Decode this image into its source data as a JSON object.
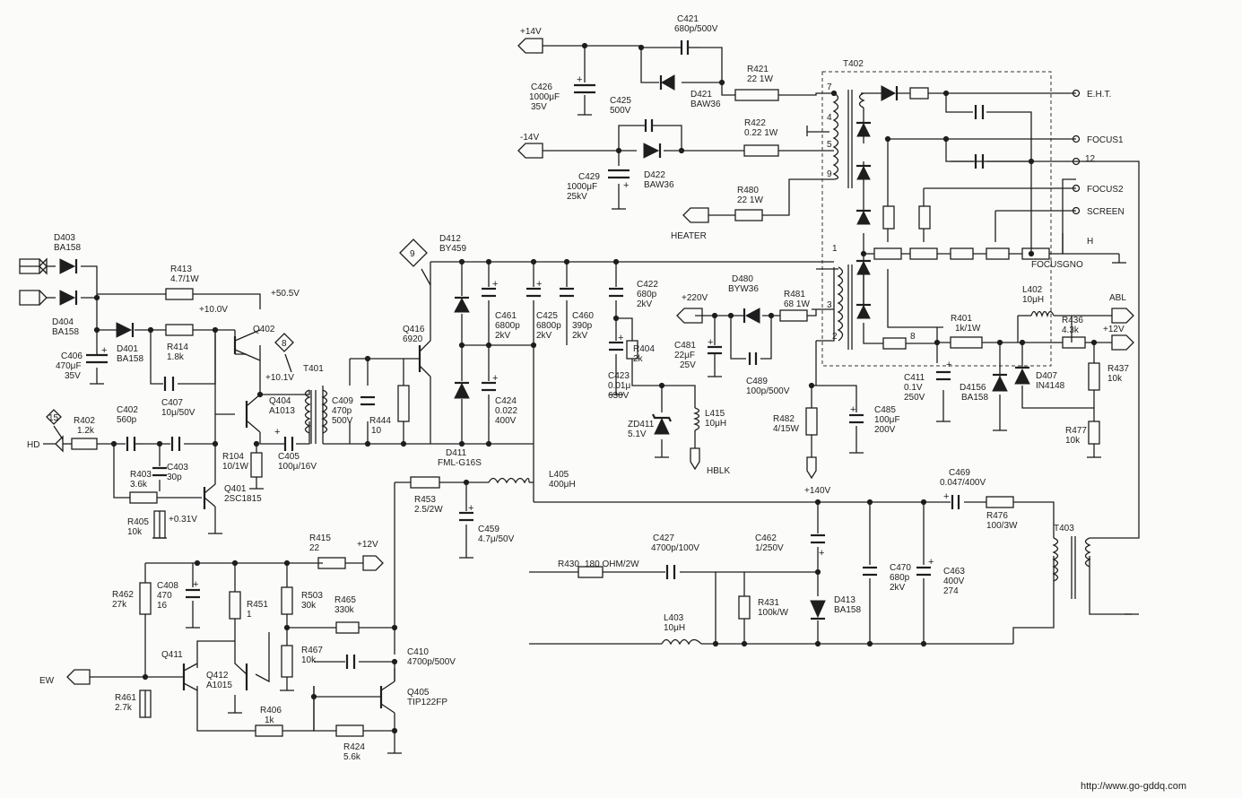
{
  "nets": {
    "p14v": "+14V",
    "m14v": "-14V",
    "p50_5v": "+50.5V",
    "p10_0v": "+10.0V",
    "p10_1v": "+10.1V",
    "p220v": "+220V",
    "p140v": "+140V",
    "p12v_a": "+12V",
    "p12v_b": "+12V",
    "p0_31v": "+0.31V"
  },
  "ports": {
    "hd": "HD",
    "ew": "EW",
    "heater": "HEATER",
    "hblk": "HBLK",
    "abl": "ABL",
    "eht": "E.H.T.",
    "focus1": "FOCUS1",
    "focus2": "FOCUS2",
    "screen": "SCREEN",
    "pin12": "12",
    "h": "H",
    "focusgnd": "FOCUSGNO"
  },
  "tags": {
    "t8": "8",
    "t9": "9",
    "t15": "15"
  },
  "pins": {
    "p7": "7",
    "p4": "4",
    "p5": "5",
    "p9": "9",
    "p1": "1",
    "p3": "3",
    "p2": "2",
    "p8": "8"
  },
  "components": {
    "C421": [
      "C421",
      "680p/500V"
    ],
    "C426": [
      "C426",
      "1000μF",
      "35V"
    ],
    "C425a": [
      "C425",
      "500V"
    ],
    "D421": [
      "D421",
      "BAW36"
    ],
    "R421": [
      "R421",
      "22  1W"
    ],
    "R422": [
      "R422",
      "0.22  1W"
    ],
    "T402": [
      "T402"
    ],
    "C429": [
      "C429",
      "1000μF",
      "25kV"
    ],
    "D422": [
      "D422",
      "BAW36"
    ],
    "R480": [
      "R480",
      "22  1W"
    ],
    "D403": [
      "D403",
      "BA158"
    ],
    "D404": [
      "D404",
      "BA158"
    ],
    "R413": [
      "R413",
      "4.7/1W"
    ],
    "D401": [
      "D401",
      "BA158"
    ],
    "R414": [
      "R414",
      "1.8k"
    ],
    "Q402": [
      "Q402"
    ],
    "C406": [
      "C406",
      "470μF",
      "35V"
    ],
    "T401": [
      "T401"
    ],
    "C407": [
      "C407",
      "10μ/50V"
    ],
    "Q404": [
      "Q404",
      "A1013"
    ],
    "C402": [
      "C402",
      "560p"
    ],
    "R402": [
      "R402",
      "1.2k"
    ],
    "C403": [
      "C403",
      "30p"
    ],
    "R403": [
      "R403",
      "3.6k"
    ],
    "Q401": [
      "Q401",
      "2SC1815"
    ],
    "R405": [
      "R405",
      "10k"
    ],
    "R104": [
      "R104",
      "10/1W"
    ],
    "C405": [
      "C405",
      "100μ/16V"
    ],
    "C409": [
      "C409",
      "470p",
      "500V"
    ],
    "R444": [
      "R444",
      "10"
    ],
    "Q416": [
      "Q416",
      "6920"
    ],
    "D412": [
      "D412",
      "BY459"
    ],
    "D411": [
      "D411",
      "FML-G16S"
    ],
    "C461": [
      "C461",
      "6800p",
      "2kV"
    ],
    "C425b": [
      "C425",
      "6800p",
      "2kV"
    ],
    "C460": [
      "C460",
      "390p",
      "2kV"
    ],
    "C424": [
      "C424",
      "0.022",
      "400V"
    ],
    "C422": [
      "C422",
      "680p",
      "2kV"
    ],
    "R404": [
      "R404",
      "2k"
    ],
    "C423": [
      "C423",
      "0.01μ",
      "630V"
    ],
    "ZD411": [
      "ZD411",
      "5.1V"
    ],
    "L415": [
      "L415",
      "10μH"
    ],
    "C481": [
      "C481",
      "22μF",
      "25V"
    ],
    "D480": [
      "D480",
      "BYW36"
    ],
    "R481": [
      "R481",
      "68  1W"
    ],
    "C489": [
      "C489",
      "100p/500V"
    ],
    "L405": [
      "L405",
      "400μH"
    ],
    "R453": [
      "R453",
      "2.5/2W"
    ],
    "C459": [
      "C459",
      "4.7μ/50V"
    ],
    "R482": [
      "R482",
      "4/15W"
    ],
    "C485": [
      "C485",
      "100μF",
      "200V"
    ],
    "C411": [
      "C411",
      "0.1V",
      "250V"
    ],
    "L402": [
      "L402",
      "10μH"
    ],
    "R401": [
      "R401",
      "1k/1W"
    ],
    "R436": [
      "R436",
      "4.3k"
    ],
    "D4156": [
      "D4156",
      "BA158"
    ],
    "D407": [
      "D407",
      "IN4148"
    ],
    "R437": [
      "R437",
      "10k"
    ],
    "R477": [
      "R477",
      "10k"
    ],
    "C469": [
      "C469",
      "0.047/400V"
    ],
    "R476": [
      "R476",
      "100/3W"
    ],
    "T403": [
      "T403"
    ],
    "C427": [
      "C427",
      "4700p/100V"
    ],
    "R430": [
      "R430",
      "180 OHM/2W"
    ],
    "C462": [
      "C462",
      "1/250V"
    ],
    "R431": [
      "R431",
      "100k/W"
    ],
    "D413": [
      "D413",
      "BA158"
    ],
    "C470": [
      "C470",
      "680p",
      "2kV"
    ],
    "C463": [
      "C463",
      "400V",
      "274"
    ],
    "L403": [
      "L403",
      "10μH"
    ],
    "R415": [
      "R415",
      "22"
    ],
    "C408": [
      "C408",
      "470",
      "16"
    ],
    "R462": [
      "R462",
      "27k"
    ],
    "R451": [
      "R451",
      "1"
    ],
    "R503": [
      "R503",
      "30k"
    ],
    "R465": [
      "R465",
      "330k"
    ],
    "R467": [
      "R467",
      "10k"
    ],
    "C410": [
      "C410",
      "4700p/500V"
    ],
    "Q411": [
      "Q411"
    ],
    "Q412": [
      "Q412",
      "A1015"
    ],
    "Q405": [
      "Q405",
      "TIP122FP"
    ],
    "R461": [
      "R461",
      "2.7k"
    ],
    "R406": [
      "R406",
      "1k"
    ],
    "R424": [
      "R424",
      "R424",
      "5.6k"
    ]
  },
  "footer": {
    "url": "http://www.go-gddq.com"
  }
}
